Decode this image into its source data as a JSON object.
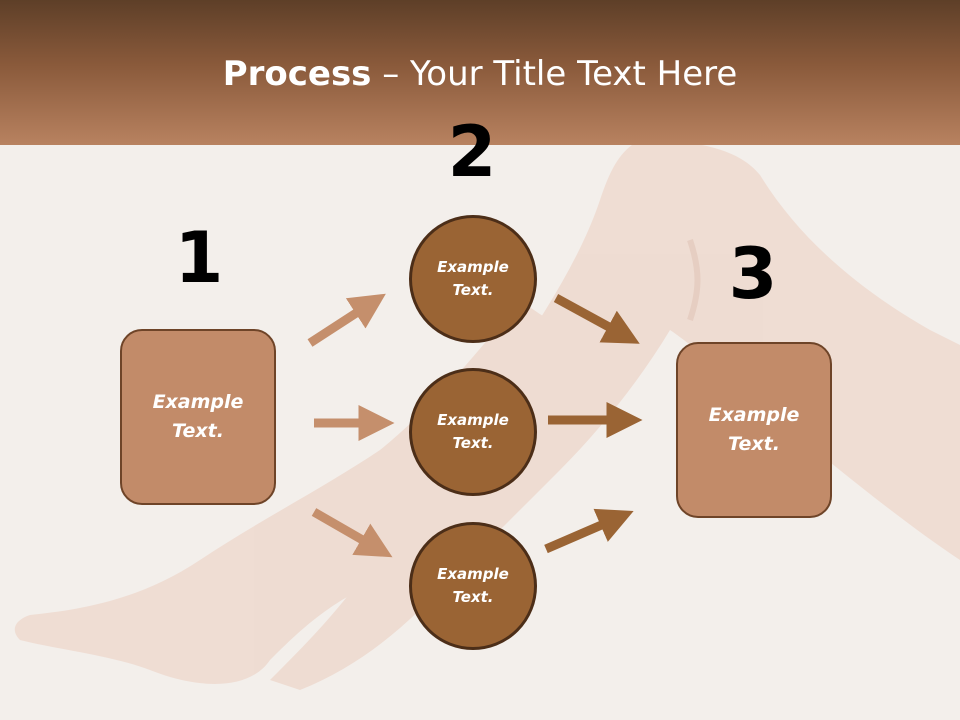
{
  "title": {
    "bold": "Process",
    "rest": " – Your Title Text Here"
  },
  "steps": {
    "one": "1",
    "two": "2",
    "three": "3"
  },
  "left_box": {
    "line1": "Example",
    "line2": "Text."
  },
  "circles": [
    {
      "line1": "Example",
      "line2": "Text."
    },
    {
      "line1": "Example",
      "line2": "Text."
    },
    {
      "line1": "Example",
      "line2": "Text."
    }
  ],
  "right_box": {
    "line1": "Example",
    "line2": "Text."
  },
  "colors": {
    "header_dark": "#5e3f28",
    "header_light": "#b88260",
    "box_fill": "#c28b69",
    "circle_fill": "#9a6434",
    "arrow_light": "#c58f6c",
    "arrow_dark": "#9a6434",
    "background": "#f3efeb"
  }
}
